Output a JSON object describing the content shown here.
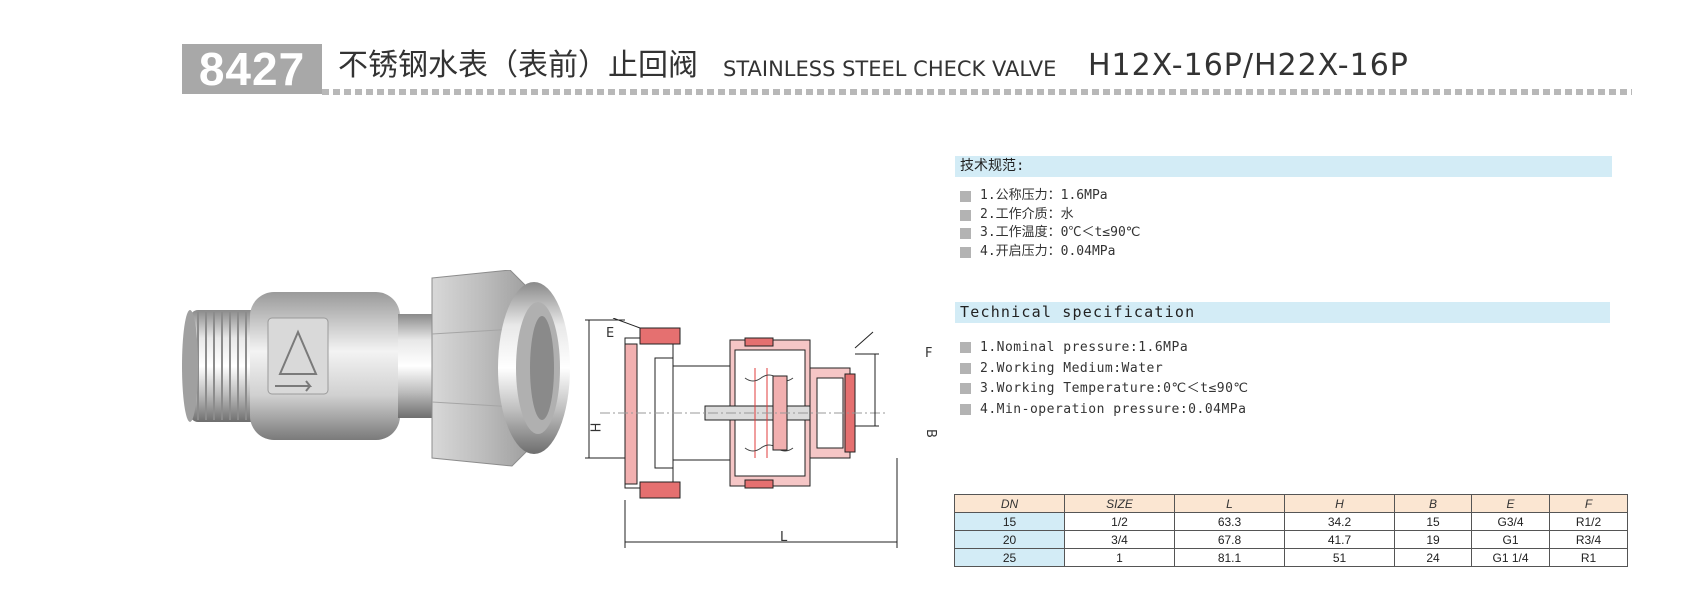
{
  "header": {
    "code": "8427",
    "title_cn": "不锈钢水表（表前）止回阀",
    "title_en": "STAINLESS STEEL CHECK VALVE",
    "model": "H12X-16P/H22X-16P"
  },
  "drawing": {
    "labels": {
      "e": "E",
      "f": "F",
      "h": "H",
      "b": "B",
      "l": "L"
    }
  },
  "spec_cn": {
    "heading": "技术规范:",
    "items": [
      "1.公称压力：1.6MPa",
      "2.工作介质：水",
      "3.工作温度：0℃＜t≤90℃",
      "4.开启压力：0.04MPa"
    ]
  },
  "spec_en": {
    "heading": "Technical specification",
    "items": [
      "1.Nominal pressure:1.6MPa",
      "2.Working Medium:Water",
      "3.Working Temperature:0℃＜t≤90℃",
      "4.Min-operation pressure:0.04MPa"
    ]
  },
  "table": {
    "headers": [
      "DN",
      "SIZE",
      "L",
      "H",
      "B",
      "E",
      "F"
    ],
    "rows": [
      [
        "15",
        "1/2",
        "63.3",
        "34.2",
        "15",
        "G3/4",
        "R1/2"
      ],
      [
        "20",
        "3/4",
        "67.8",
        "41.7",
        "19",
        "G1",
        "R3/4"
      ],
      [
        "25",
        "1",
        "81.1",
        "51",
        "24",
        "G1 1/4",
        "R1"
      ]
    ]
  },
  "colors": {
    "badge": "#a8a8a8",
    "band": "#d3ecf6",
    "table_header": "#fbe6d2",
    "hatch": "#e03c3c"
  }
}
